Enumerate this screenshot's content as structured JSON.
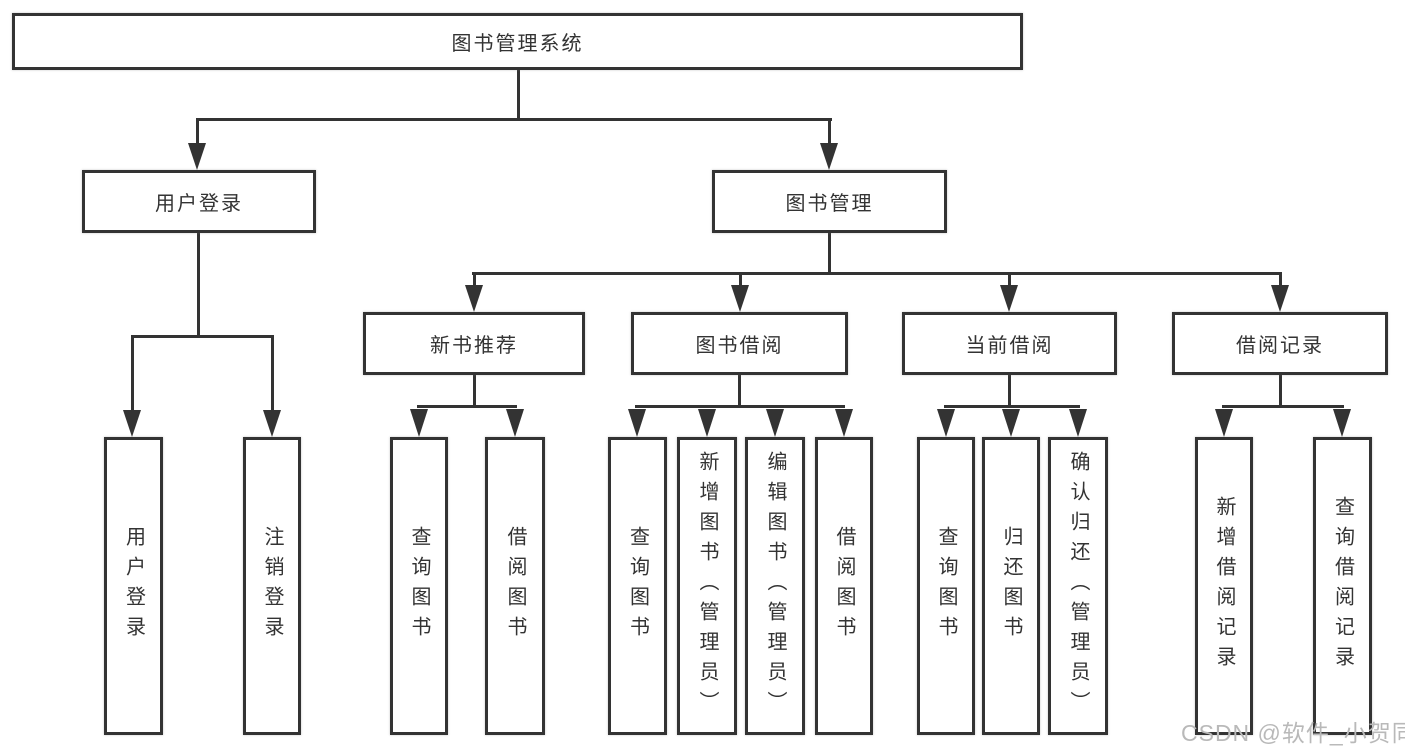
{
  "diagram": {
    "root_label": "图书管理系统",
    "branches": {
      "user_login": {
        "label": "用户登录",
        "children": [
          "用户登录",
          "注销登录"
        ]
      },
      "book_management": {
        "label": "图书管理",
        "children": [
          {
            "label": "新书推荐",
            "children": [
              "查询图书",
              "借阅图书"
            ]
          },
          {
            "label": "图书借阅",
            "children": [
              "查询图书",
              "新增图书（管理员）",
              "编辑图书（管理员）",
              "借阅图书"
            ]
          },
          {
            "label": "当前借阅",
            "children": [
              "查询图书",
              "归还图书",
              "确认归还（管理员）"
            ]
          },
          {
            "label": "借阅记录",
            "children": [
              "新增借阅记录",
              "查询借阅记录"
            ]
          }
        ]
      }
    },
    "style": {
      "line_color": "#333333",
      "box_border_color": "#333333",
      "text_color": "#333333",
      "background": "#ffffff"
    }
  },
  "watermark": {
    "text": "CSDN @软件_小贺同学",
    "color": "#b9b9b9"
  }
}
